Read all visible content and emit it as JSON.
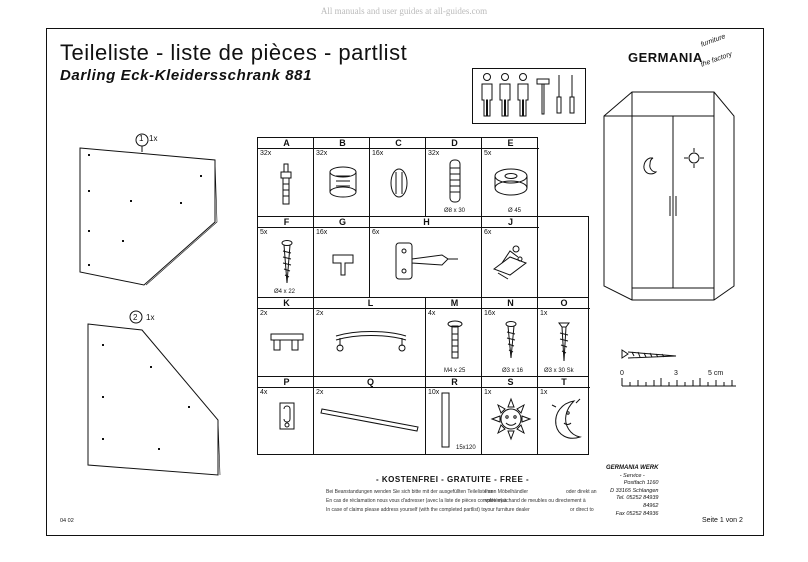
{
  "watermark": "All manuals and user guides at all-guides.com",
  "header": {
    "title": "Teileliste - liste de pièces - partlist",
    "subtitle": "Darling Eck-Kleidersschrank 881"
  },
  "logo": {
    "brand": "GERMANIA",
    "tag1": "furniture",
    "tag2": "the factory"
  },
  "panels": [
    {
      "number": "1",
      "qty": "1x"
    },
    {
      "number": "2",
      "qty": "1x"
    }
  ],
  "parts_rows": [
    [
      {
        "letter": "A",
        "qty": "32x",
        "dim": "",
        "icon": "dowel-connector-icon"
      },
      {
        "letter": "B",
        "qty": "32x",
        "dim": "",
        "icon": "cam-lock-icon"
      },
      {
        "letter": "C",
        "qty": "16x",
        "dim": "",
        "icon": "cover-cap-icon"
      },
      {
        "letter": "D",
        "qty": "32x",
        "dim": "Ø8 x 30",
        "icon": "wooden-dowel-icon"
      },
      {
        "letter": "E",
        "qty": "5x",
        "dim": "Ø 45",
        "icon": "glide-foot-icon"
      }
    ],
    [
      {
        "letter": "F",
        "qty": "5x",
        "dim": "Ø4 x 22",
        "icon": "screw-icon"
      },
      {
        "letter": "G",
        "qty": "16x",
        "dim": "",
        "icon": "shelf-support-icon"
      },
      {
        "letter": "H",
        "qty": "6x",
        "dim": "",
        "icon": "hinge-icon"
      },
      {
        "letter": "J",
        "qty": "6x",
        "dim": "",
        "icon": "mounting-plate-icon"
      }
    ],
    [
      {
        "letter": "K",
        "qty": "2x",
        "dim": "",
        "icon": "rail-bracket-icon"
      },
      {
        "letter": "L",
        "qty": "2x",
        "dim": "",
        "icon": "handle-icon"
      },
      {
        "letter": "M",
        "qty": "4x",
        "dim": "M4 x 25",
        "icon": "bolt-icon"
      },
      {
        "letter": "N",
        "qty": "16x",
        "dim": "Ø3 x 16",
        "icon": "screw-icon"
      },
      {
        "letter": "O",
        "qty": "1x",
        "dim": "Ø3 x 30 Sk",
        "icon": "screw-icon"
      }
    ],
    [
      {
        "letter": "P",
        "qty": "4x",
        "dim": "",
        "icon": "hook-icon"
      },
      {
        "letter": "Q",
        "qty": "2x",
        "dim": "",
        "icon": "rod-icon"
      },
      {
        "letter": "R",
        "qty": "10x",
        "dim": "15x120",
        "icon": "strip-icon"
      },
      {
        "letter": "S",
        "qty": "1x",
        "dim": "",
        "icon": "sun-icon"
      },
      {
        "letter": "T",
        "qty": "1x",
        "dim": "",
        "icon": "moon-icon"
      }
    ]
  ],
  "scale": {
    "t0": "0",
    "t3": "3",
    "t5": "5 cm"
  },
  "free": "- KOSTENFREI - GRATUITE - FREE -",
  "notes": {
    "de_left": "Bei Beanstandungen wenden Sie sich bitte mit der ausgefüllten Teileliste an",
    "de_mid": "Ihren Möbelhändler",
    "de_right": "oder direkt an",
    "fr_left": "En cas de réclamation nous vous d'adresser (avec la liste de pièces complétée) à",
    "fr_mid": "votre marchand de meubles ou directement à",
    "en_left": "In case of claims please address yourself (with the completed partlist) to",
    "en_mid": "your furniture dealer",
    "en_right": "or direct to"
  },
  "address": {
    "company": "GERMANIA WERK",
    "service": "- Service -",
    "pobox": "Postfach 1160",
    "city": "D 33165 Schlangen",
    "tel": "Tel. 05252 84939",
    "tel2": "84962",
    "fax": "Fax 05252 84936"
  },
  "footer": {
    "code": "04 02",
    "page": "Seite 1 von 2"
  }
}
